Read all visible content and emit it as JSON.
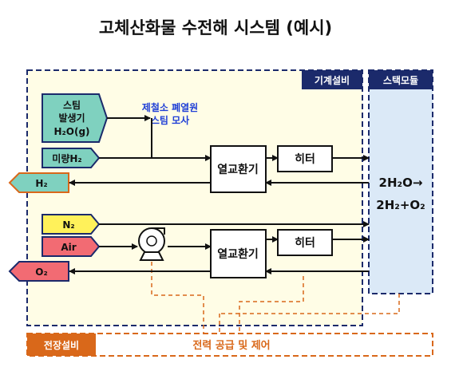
{
  "title": "고체산화물 수전해 시스템 (예시)",
  "headers": {
    "equipment": "기계설비",
    "stack": "스택모듈",
    "electrical": "전장설비"
  },
  "annotations": {
    "steam_sim": [
      "제철소 폐열원",
      "스팀 모사"
    ],
    "power_control": "전력 공급 및 제어"
  },
  "inputs": {
    "steam_gen": [
      "스팀",
      "발생기"
    ],
    "steam_formula": "H₂O(g)",
    "meter_h2": "미량H₂",
    "h2_out": "H₂",
    "n2": "N₂",
    "air": "Air",
    "o2_out": "O₂"
  },
  "components": {
    "hx_top": "열교환기",
    "heater_top": "히터",
    "hx_bottom": "열교환기",
    "heater_bottom": "히터"
  },
  "reaction": {
    "line1": "2H₂O→",
    "line2": "2H₂+O₂"
  },
  "colors": {
    "navy": "#1b2a6b",
    "orange": "#d9681a",
    "teal_fill": "#7fd1bf",
    "yellow_fill": "#fff15a",
    "pink_fill": "#f26b73",
    "cream_bg": "#fffde6",
    "stack_bg": "#dbe9f7"
  }
}
